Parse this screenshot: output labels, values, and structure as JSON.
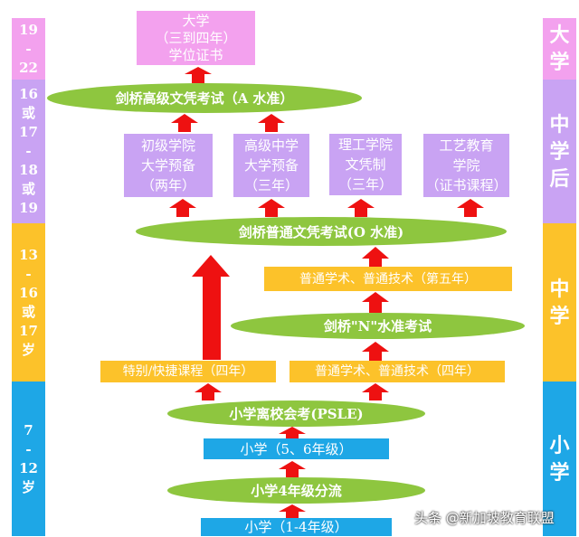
{
  "left_ages": [
    {
      "lines": [
        "19",
        "-",
        "22"
      ]
    },
    {
      "lines": [
        "16",
        "或",
        "17",
        "-",
        "18",
        "或",
        "19"
      ]
    },
    {
      "lines": [
        "13",
        "-",
        "16",
        "或",
        "17",
        "岁"
      ]
    },
    {
      "lines": [
        "7",
        "-",
        "12",
        "岁"
      ]
    }
  ],
  "right_stages": [
    {
      "lines": [
        "大",
        "学"
      ]
    },
    {
      "lines": [
        "中",
        "学",
        "后"
      ]
    },
    {
      "lines": [
        "中",
        "学"
      ]
    },
    {
      "lines": [
        "小",
        "学"
      ]
    }
  ],
  "university": {
    "lines": [
      "大学",
      "（三到四年）",
      "学位证书"
    ]
  },
  "a_level": "剑桥高级文凭考试（A 水准）",
  "post_secondary": [
    {
      "lines": [
        "初级学院",
        "大学预备",
        "（两年）"
      ]
    },
    {
      "lines": [
        "高级中学",
        "大学预备",
        "（三年）"
      ]
    },
    {
      "lines": [
        "理工学院",
        "文凭制",
        "（三年）"
      ]
    },
    {
      "lines": [
        "工艺教育",
        "学院",
        "（证书课程）"
      ]
    }
  ],
  "o_level": "剑桥普通文凭考试(O 水准)",
  "normal_year5": "普通学术、普通技术（第五年）",
  "n_level": "剑桥\"N\"水准考试",
  "express": "特别/快捷课程（四年）",
  "normal_4yr": "普通学术、普通技术（四年）",
  "psle": "小学离校会考(PSLE)",
  "primary_5_6": "小学（5、6年级）",
  "streaming": "小学4年级分流",
  "primary_1_4": "小学（1-4年级）",
  "watermark": "头条 @新加坡教育联盟"
}
